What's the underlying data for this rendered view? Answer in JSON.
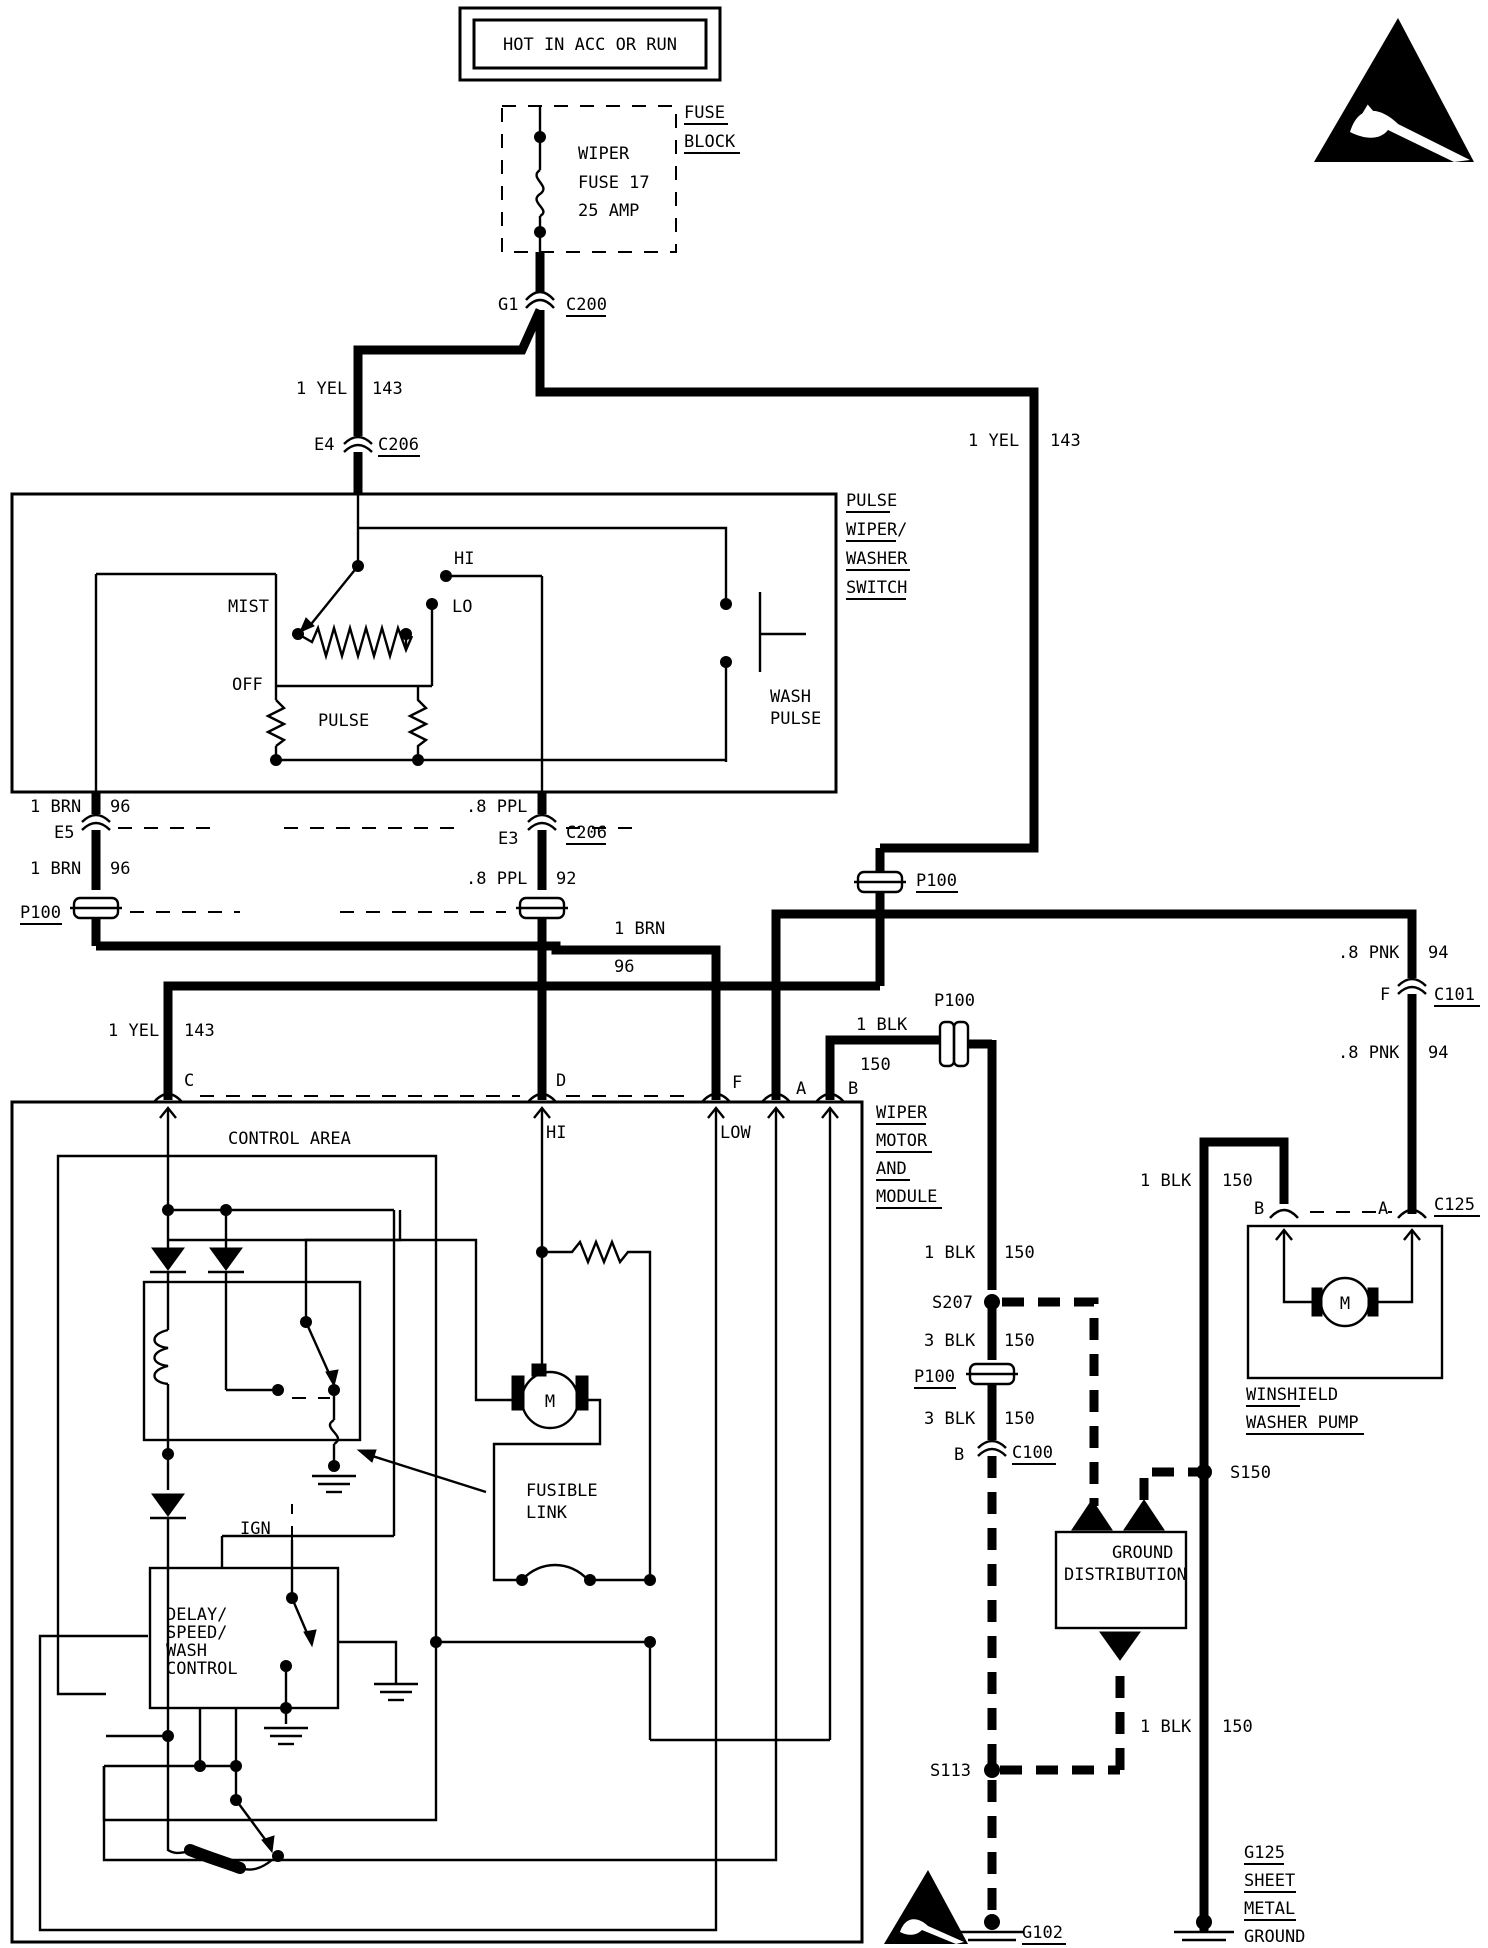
{
  "power_source": "HOT IN ACC OR RUN",
  "fuse_block": {
    "title_line1": "FUSE",
    "title_line2": "BLOCK",
    "fuse_line1": "WIPER",
    "fuse_line2": "FUSE 17",
    "fuse_line3": "25 AMP"
  },
  "connectors": {
    "g1": "G1",
    "c200": "C200",
    "e4": "E4",
    "c206_top": "C206",
    "e5": "E5",
    "e3": "E3",
    "c206_mid": "C206",
    "p100_left": "P100",
    "p100_right": "P100",
    "p100_black": "P100",
    "f_c101": "F",
    "c101": "C101",
    "c125": "C125",
    "pump_b": "B",
    "pump_a": "A",
    "motor_c": "C",
    "motor_d": "D",
    "motor_f": "F",
    "motor_a": "A",
    "motor_b": "B",
    "s207": "S207",
    "p100_lower": "P100",
    "c100_b": "B",
    "c100": "C100",
    "s150": "S150",
    "s113": "S113",
    "g102": "G102"
  },
  "wires": {
    "yel_left_size": "1 YEL",
    "yel_left_num": "143",
    "yel_right_size": "1 YEL",
    "yel_right_num": "143",
    "brn_top_size": "1 BRN",
    "brn_top_num": "96",
    "ppl_top_size": ".8 PPL",
    "brn_mid_size": "1 BRN",
    "brn_mid_num": "96",
    "ppl_mid_size": ".8 PPL",
    "ppl_mid_num": "92",
    "brn_right_size": "1 BRN",
    "brn_right_num": "96",
    "yel_motor_size": "1 YEL",
    "yel_motor_num": "143",
    "pnk_top_size": ".8 PNK",
    "pnk_top_num": "94",
    "pnk_bot_size": ".8 PNK",
    "pnk_bot_num": "94",
    "blk_p100_size": "1 BLK",
    "blk_p100_num": "150",
    "blk_s207_size": "1 BLK",
    "blk_s207_num": "150",
    "blk3a_size": "3 BLK",
    "blk3a_num": "150",
    "blk3b_size": "3 BLK",
    "blk3b_num": "150",
    "blk_pump_size": "1 BLK",
    "blk_pump_num": "150",
    "blk_ground_size": "1 BLK",
    "blk_ground_num": "150"
  },
  "switch": {
    "title_line1": "PULSE",
    "title_line2": "WIPER/",
    "title_line3": "WASHER",
    "title_line4": "SWITCH",
    "hi": "HI",
    "lo": "LO",
    "mist": "MIST",
    "off": "OFF",
    "pulse": "PULSE",
    "wash_line1": "WASH",
    "wash_line2": "PULSE"
  },
  "motor_module": {
    "title_line1": "WIPER",
    "title_line2": "MOTOR",
    "title_line3": "AND",
    "title_line4": "MODULE",
    "control_area": "CONTROL AREA",
    "hi": "HI",
    "low": "LOW",
    "ign": "IGN",
    "fusible_line1": "FUSIBLE",
    "fusible_line2": "LINK",
    "delay_line1": "DELAY/",
    "delay_line2": "SPEED/",
    "delay_line3": "WASH",
    "delay_line4": "CONTROL",
    "motor_symbol": "M"
  },
  "washer_pump": {
    "title_line1": "WINSHIELD",
    "title_line2": "WASHER PUMP",
    "motor_symbol": "M"
  },
  "ground_distribution": {
    "line1": "GROUND",
    "line2": "DISTRIBUTION"
  },
  "g125": {
    "line1": "G125",
    "line2": "SHEET",
    "line3": "METAL",
    "line4": "GROUND"
  },
  "icons": [
    "esd-warning-icon",
    "motor-icon",
    "ground-icon",
    "fuse-icon",
    "resistor-icon",
    "diode-icon"
  ]
}
